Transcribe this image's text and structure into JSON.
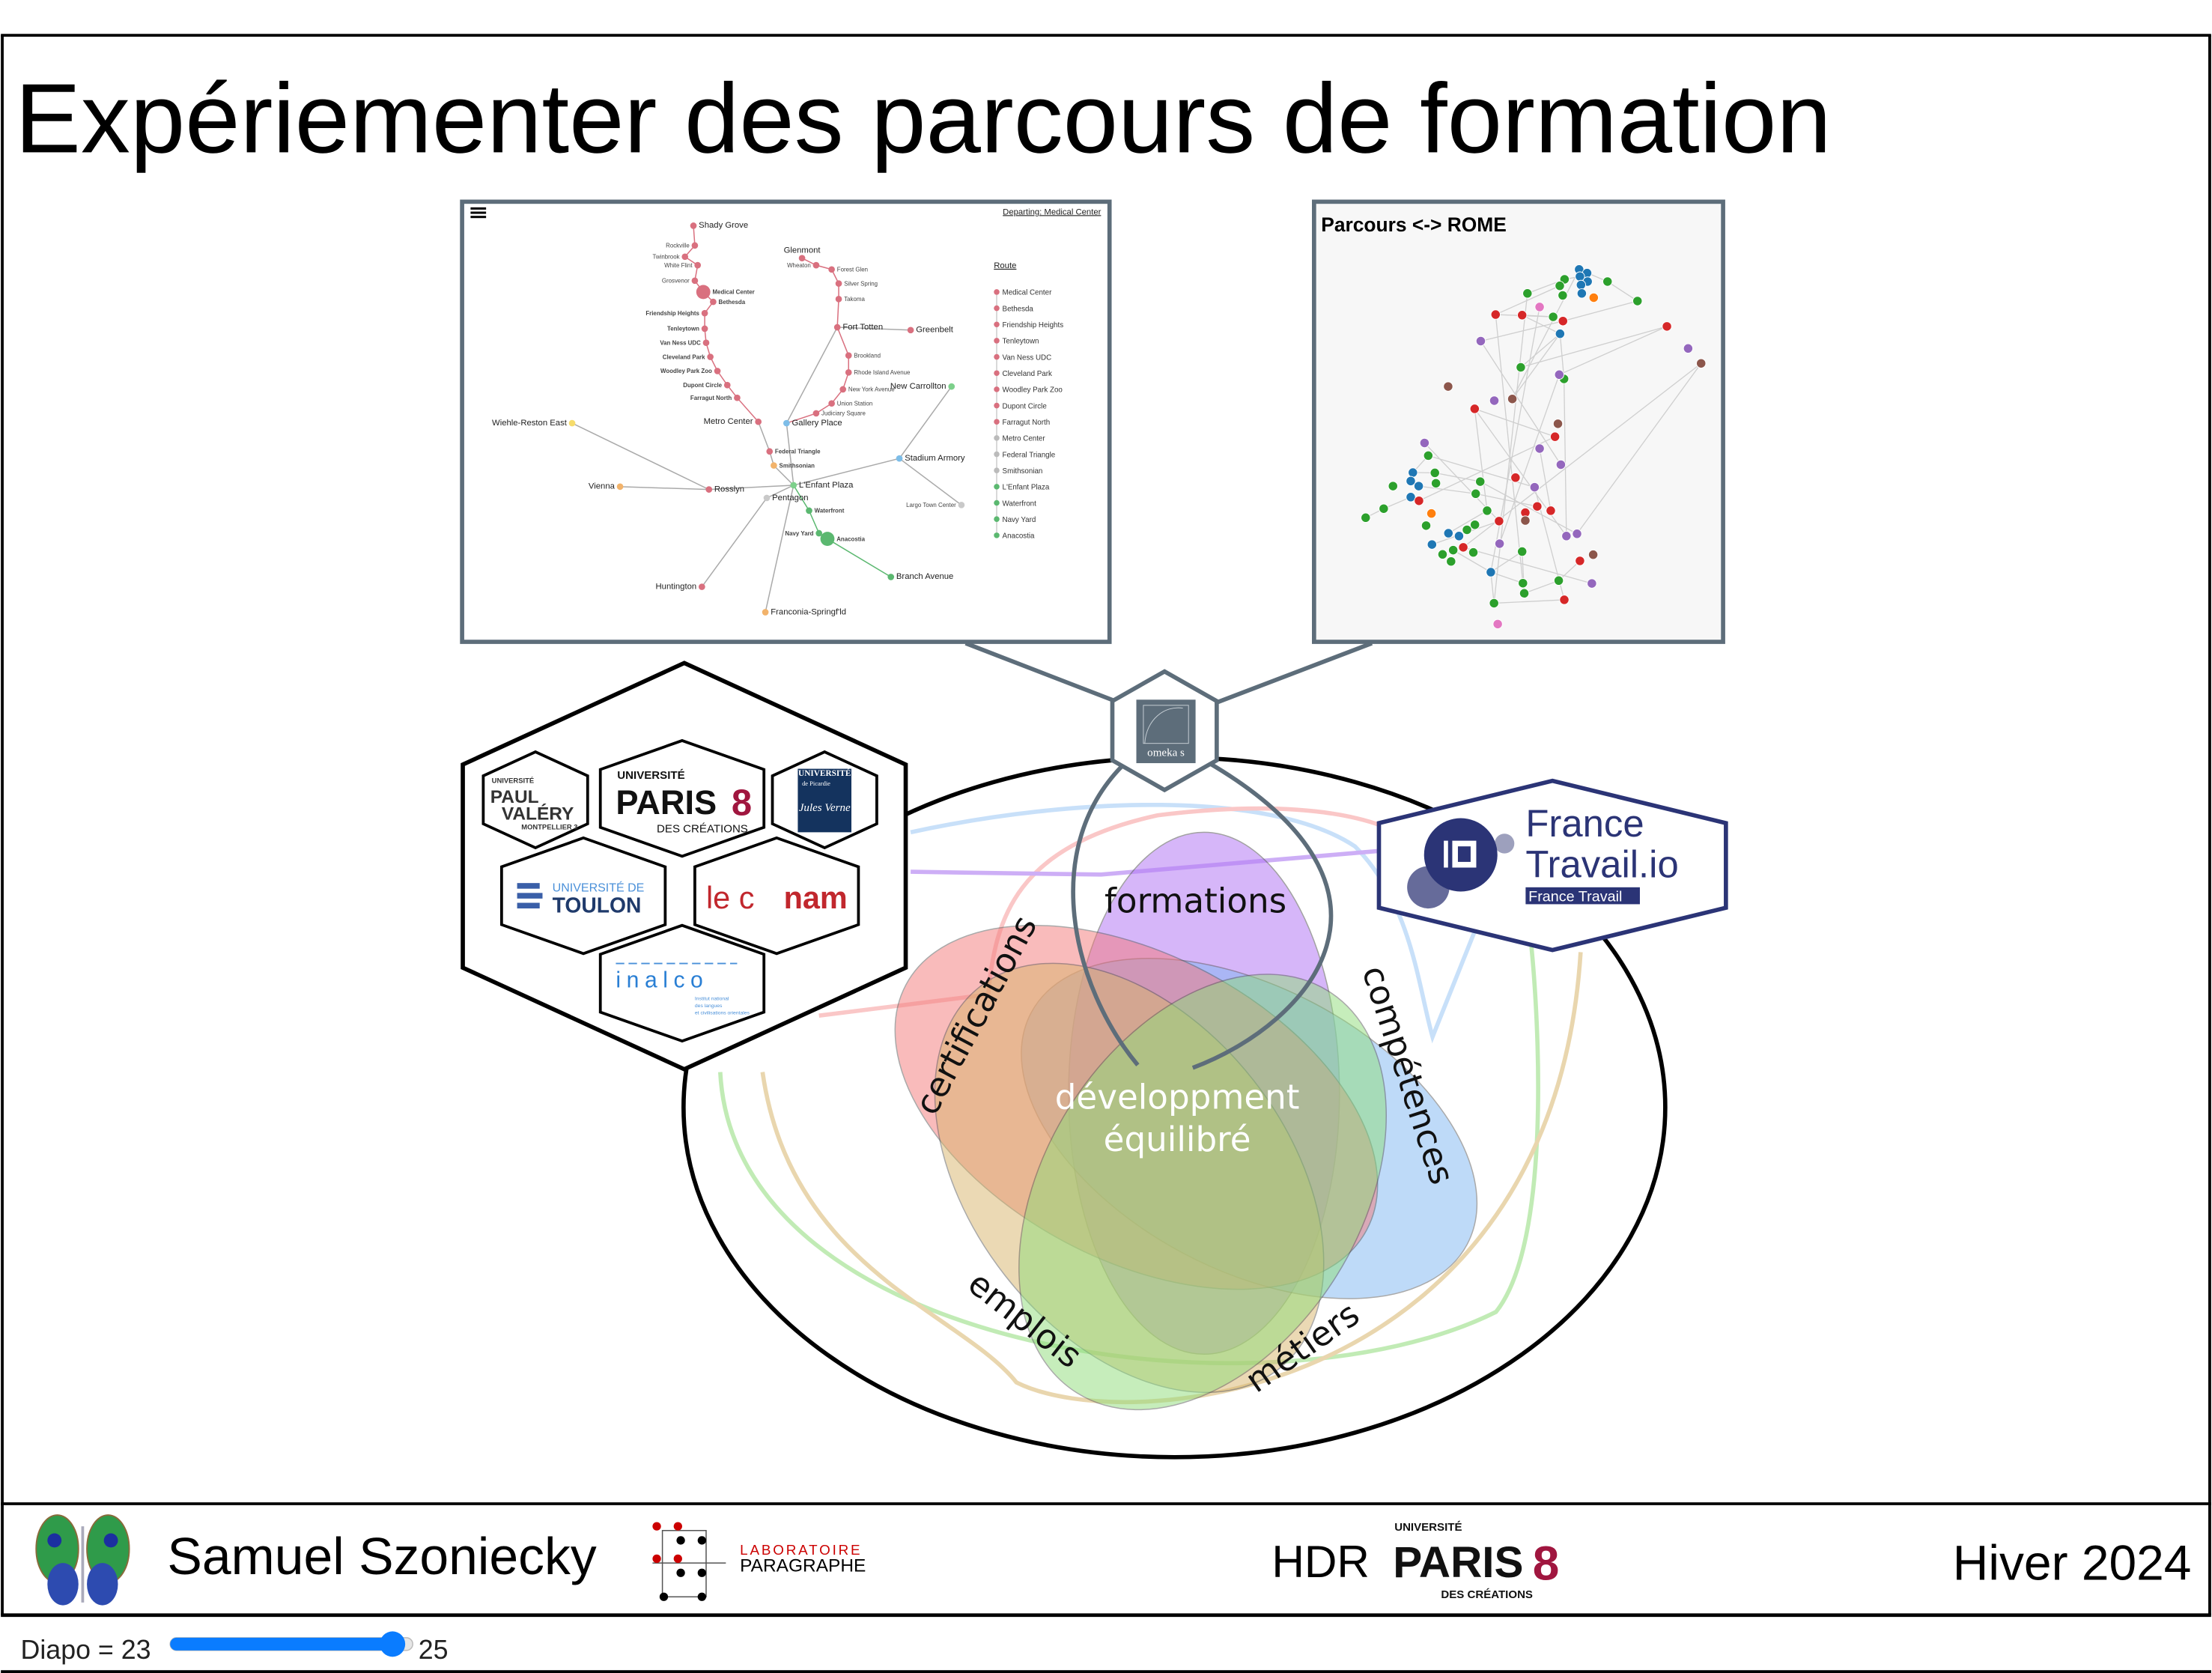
{
  "slide": {
    "title": "Expériementer des parcours de formation"
  },
  "metro_panel": {
    "departing": "Departing: Medical Center",
    "route_heading": "Route",
    "route": [
      "Medical Center",
      "Bethesda",
      "Friendship Heights",
      "Tenleytown",
      "Van Ness UDC",
      "Cleveland Park",
      "Woodley Park Zoo",
      "Dupont Circle",
      "Farragut North",
      "Metro Center",
      "Federal Triangle",
      "Smithsonian",
      "L'Enfant Plaza",
      "Waterfront",
      "Navy Yard",
      "Anacostia"
    ],
    "stations": [
      "Shady Grove",
      "Rockville",
      "Twinbrook",
      "White Flint",
      "Grosvenor",
      "Medical Center",
      "Bethesda",
      "Friendship Heights",
      "Tenleytown",
      "Van Ness UDC",
      "Cleveland Park",
      "Woodley Park Zoo",
      "Dupont Circle",
      "Farragut North",
      "Metro Center",
      "Gallery Place",
      "Glenmont",
      "Wheaton",
      "Forest Glen",
      "Silver Spring",
      "Takoma",
      "Fort Totten",
      "Greenbelt",
      "Brookland",
      "Rhode Island Avenue",
      "New York Avenue",
      "Union Station",
      "Judiciary Square",
      "L'Enfant Plaza",
      "Pentagon",
      "Rosslyn",
      "Vienna",
      "Wiehle-Reston East",
      "Stadium Armory",
      "New Carrollton",
      "Largo Town Center",
      "Huntington",
      "Franconia-Springf'ld",
      "Branch Avenue",
      "Anacostia",
      "Navy Yard",
      "Waterfront",
      "Federal Triangle",
      "Smithsonian"
    ]
  },
  "rome_panel": {
    "title": "Parcours <-> ROME"
  },
  "hub": {
    "omeka_label": "omeka s"
  },
  "partners": {
    "paul_valery": [
      "UNIVERSITÉ",
      "PAUL",
      "VALÉRY",
      "MONTPELLIER 3"
    ],
    "paris8": [
      "UNIVERSITÉ",
      "PARIS",
      "8",
      "DES CRÉATIONS"
    ],
    "picardie": [
      "UNIVERSITÉ",
      "de Picardie",
      "Jules Verne"
    ],
    "toulon": [
      "UNIVERSITÉ DE",
      "TOULON"
    ],
    "cnam": [
      "le c",
      "nam"
    ],
    "inalco": [
      "inalco",
      "Institut national",
      "des langues",
      "et civilisations orientales"
    ]
  },
  "france_travail": {
    "line1": "France",
    "line2": "Travail.io",
    "badge": "France Travail"
  },
  "venn": {
    "formations": "formations",
    "certifications": "certifications",
    "competences": "compétences",
    "emplois": "emplois",
    "metiers": "métiers",
    "center_line1": "développment",
    "center_line2": "équilibré",
    "colors": {
      "formations": "#b57cf5",
      "certifications": "#f47a7a",
      "competences": "#7fb6f2",
      "emplois": "#d8b56c",
      "metiers": "#8fdc7a"
    }
  },
  "footer": {
    "author": "Samuel Szoniecky",
    "lab_line1": "LABORATOIRE",
    "lab_line2": "PARAGRAPHE",
    "hdr": "HDR",
    "univ_small": "UNIVERSITÉ",
    "univ_name": "PARIS",
    "univ_num": "8",
    "univ_sub": "DES CRÉATIONS",
    "season": "Hiver 2024"
  },
  "slider": {
    "label": "Diapo = 23",
    "value": 23,
    "max": 25,
    "max_label": "25",
    "accent": "#0a7cff"
  }
}
